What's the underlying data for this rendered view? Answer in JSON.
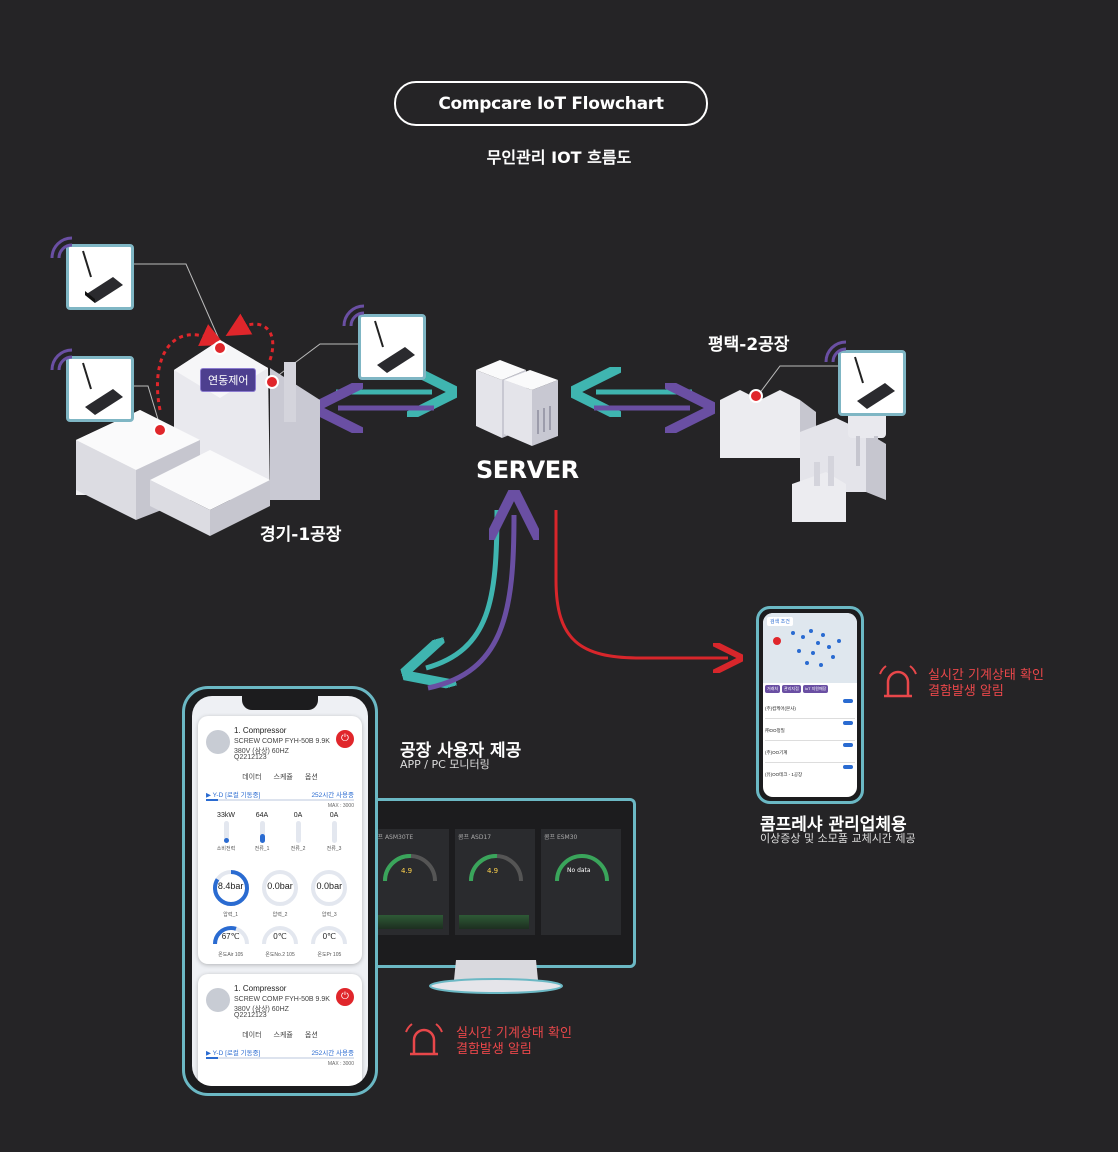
{
  "header": {
    "title": "Compcare IoT Flowchart",
    "subtitle": "무인관리 IOT 흐름도"
  },
  "factory1": {
    "name": "경기-1공장",
    "control_badge": "연동제어"
  },
  "factory2": {
    "name": "평택-2공장"
  },
  "server": {
    "label": "SERVER"
  },
  "factory_user": {
    "title": "공장 사용자 제공",
    "sub": "APP / PC 모니터링"
  },
  "vendor": {
    "title": "콤프레샤 관리업체용",
    "sub": "이상증상 및 소모품 교체시간 제공"
  },
  "alerts": {
    "line1": "실시간 기계상태 확인",
    "line2": "결함발생 알림"
  },
  "app": {
    "card1": {
      "name": "1. Compressor",
      "model": "SCREW COMP FYH-50B 9.9K",
      "spec": "380V (삼상) 60HZ",
      "serial": "Q2212123",
      "tabs": [
        "데이터",
        "스케쥴",
        "옵션"
      ],
      "mode": "▶ Y-D [로컬 기동중]",
      "usage": "252시간 사용중",
      "max": "MAX : 3000",
      "bars": [
        {
          "value": "33",
          "unit": "kW",
          "label": "소비전력",
          "fill": 0.25
        },
        {
          "value": "64",
          "unit": "A",
          "label": "전류_1",
          "fill": 0.4
        },
        {
          "value": "0",
          "unit": "A",
          "label": "전류_2",
          "fill": 0
        },
        {
          "value": "0",
          "unit": "A",
          "label": "전류_3",
          "fill": 0
        }
      ],
      "gauges": [
        {
          "value": "8.4",
          "unit": "bar",
          "label": "압력_1",
          "fill": 0.84
        },
        {
          "value": "0.0",
          "unit": "bar",
          "label": "압력_2",
          "fill": 0
        },
        {
          "value": "0.0",
          "unit": "bar",
          "label": "압력_3",
          "fill": 0
        }
      ],
      "temps": [
        {
          "value": "67",
          "unit": "℃",
          "label": "온도Air",
          "max": "105",
          "fill": 0.6
        },
        {
          "value": "0",
          "unit": "℃",
          "label": "온도No.2",
          "max": "105",
          "fill": 0
        },
        {
          "value": "0",
          "unit": "℃",
          "label": "온도Pr",
          "max": "105",
          "fill": 0
        }
      ]
    },
    "card2": {
      "name": "1. Compressor",
      "model": "SCREW COMP FYH-50B 9.9K",
      "spec": "380V (삼상) 60HZ",
      "serial": "Q2212123",
      "tabs": [
        "데이터",
        "스케쥴",
        "옵션"
      ],
      "mode": "▶ Y-D [로컬 기동중]",
      "usage": "252시간 사용중",
      "max": "MAX : 3000"
    }
  },
  "monitor": {
    "panels": [
      {
        "title": "콤프 ASM30TE",
        "value": "4.9"
      },
      {
        "title": "콤프 ASD17",
        "value": "4.9"
      },
      {
        "title": "콤프 ESM30",
        "value": "No data"
      }
    ]
  },
  "vendor_phone": {
    "search_btn": "검색 조건",
    "tabs": [
      "거래처",
      "관리지점",
      "IoT 지원매장"
    ],
    "list": [
      {
        "name": "(주)컴케어(본사)"
      },
      {
        "name": "㈜OO정밀"
      },
      {
        "name": "(주)OO기계"
      },
      {
        "name": "(유)OO테크 - 1공장"
      }
    ]
  },
  "colors": {
    "teal": "#3fb5b0",
    "purple": "#6a4fa3",
    "red": "#d8262b",
    "router_border": "#7fb6c4"
  }
}
